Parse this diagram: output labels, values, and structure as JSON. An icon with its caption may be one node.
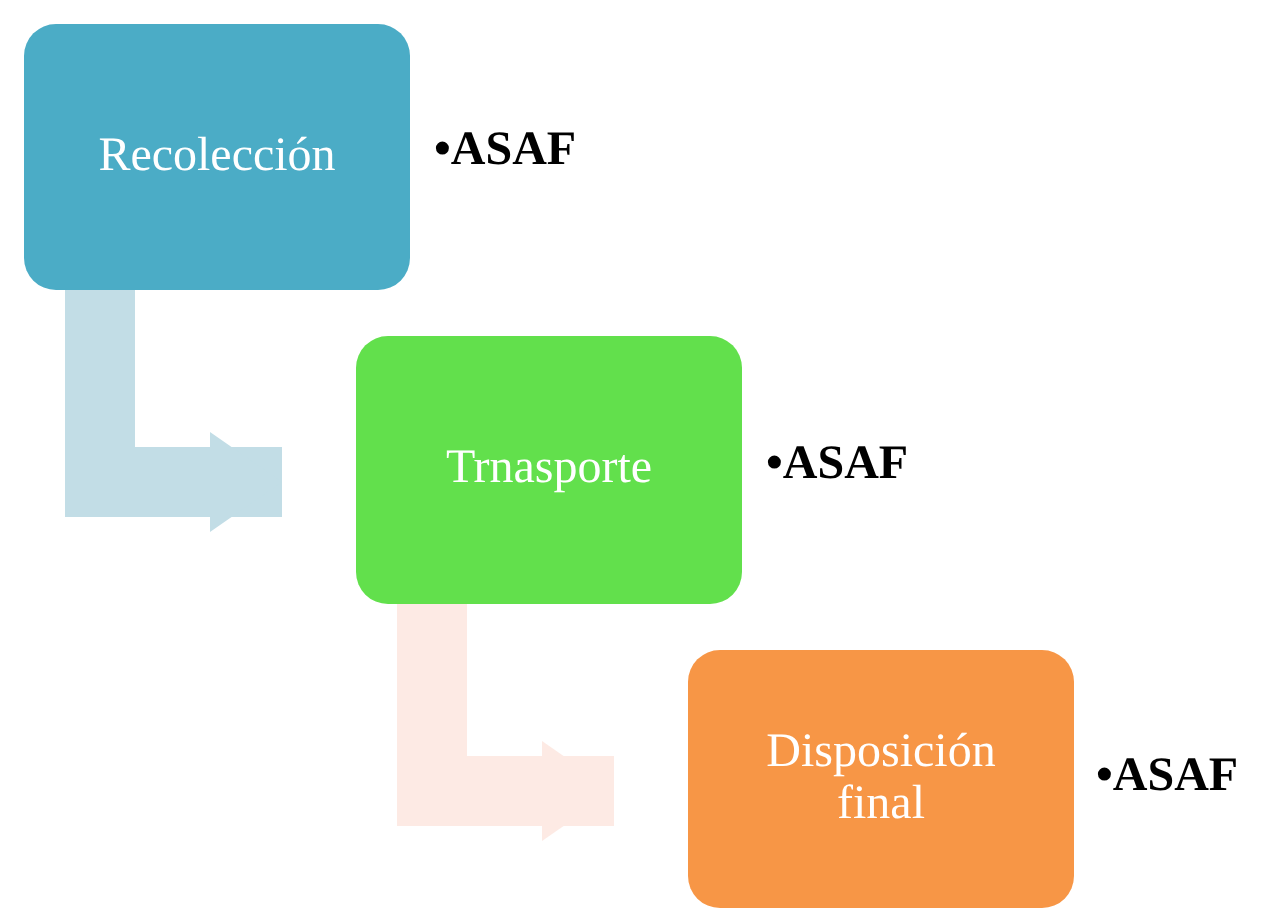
{
  "diagram": {
    "nodes": [
      {
        "text": [
          "Recolección"
        ],
        "beside": [
          "•ASAF"
        ]
      },
      {
        "text": [
          "Trnasporte"
        ],
        "beside": [
          "•ASAF"
        ]
      },
      {
        "text": [
          "Disposición final"
        ],
        "beside": [
          "•ASAF"
        ]
      }
    ],
    "edges": [
      {
        "from": 0,
        "to": 1,
        "arrow": "to",
        "color": "#c2dde6"
      },
      {
        "from": 1,
        "to": 2,
        "arrow": "to",
        "color": "#fdeae4"
      }
    ]
  }
}
